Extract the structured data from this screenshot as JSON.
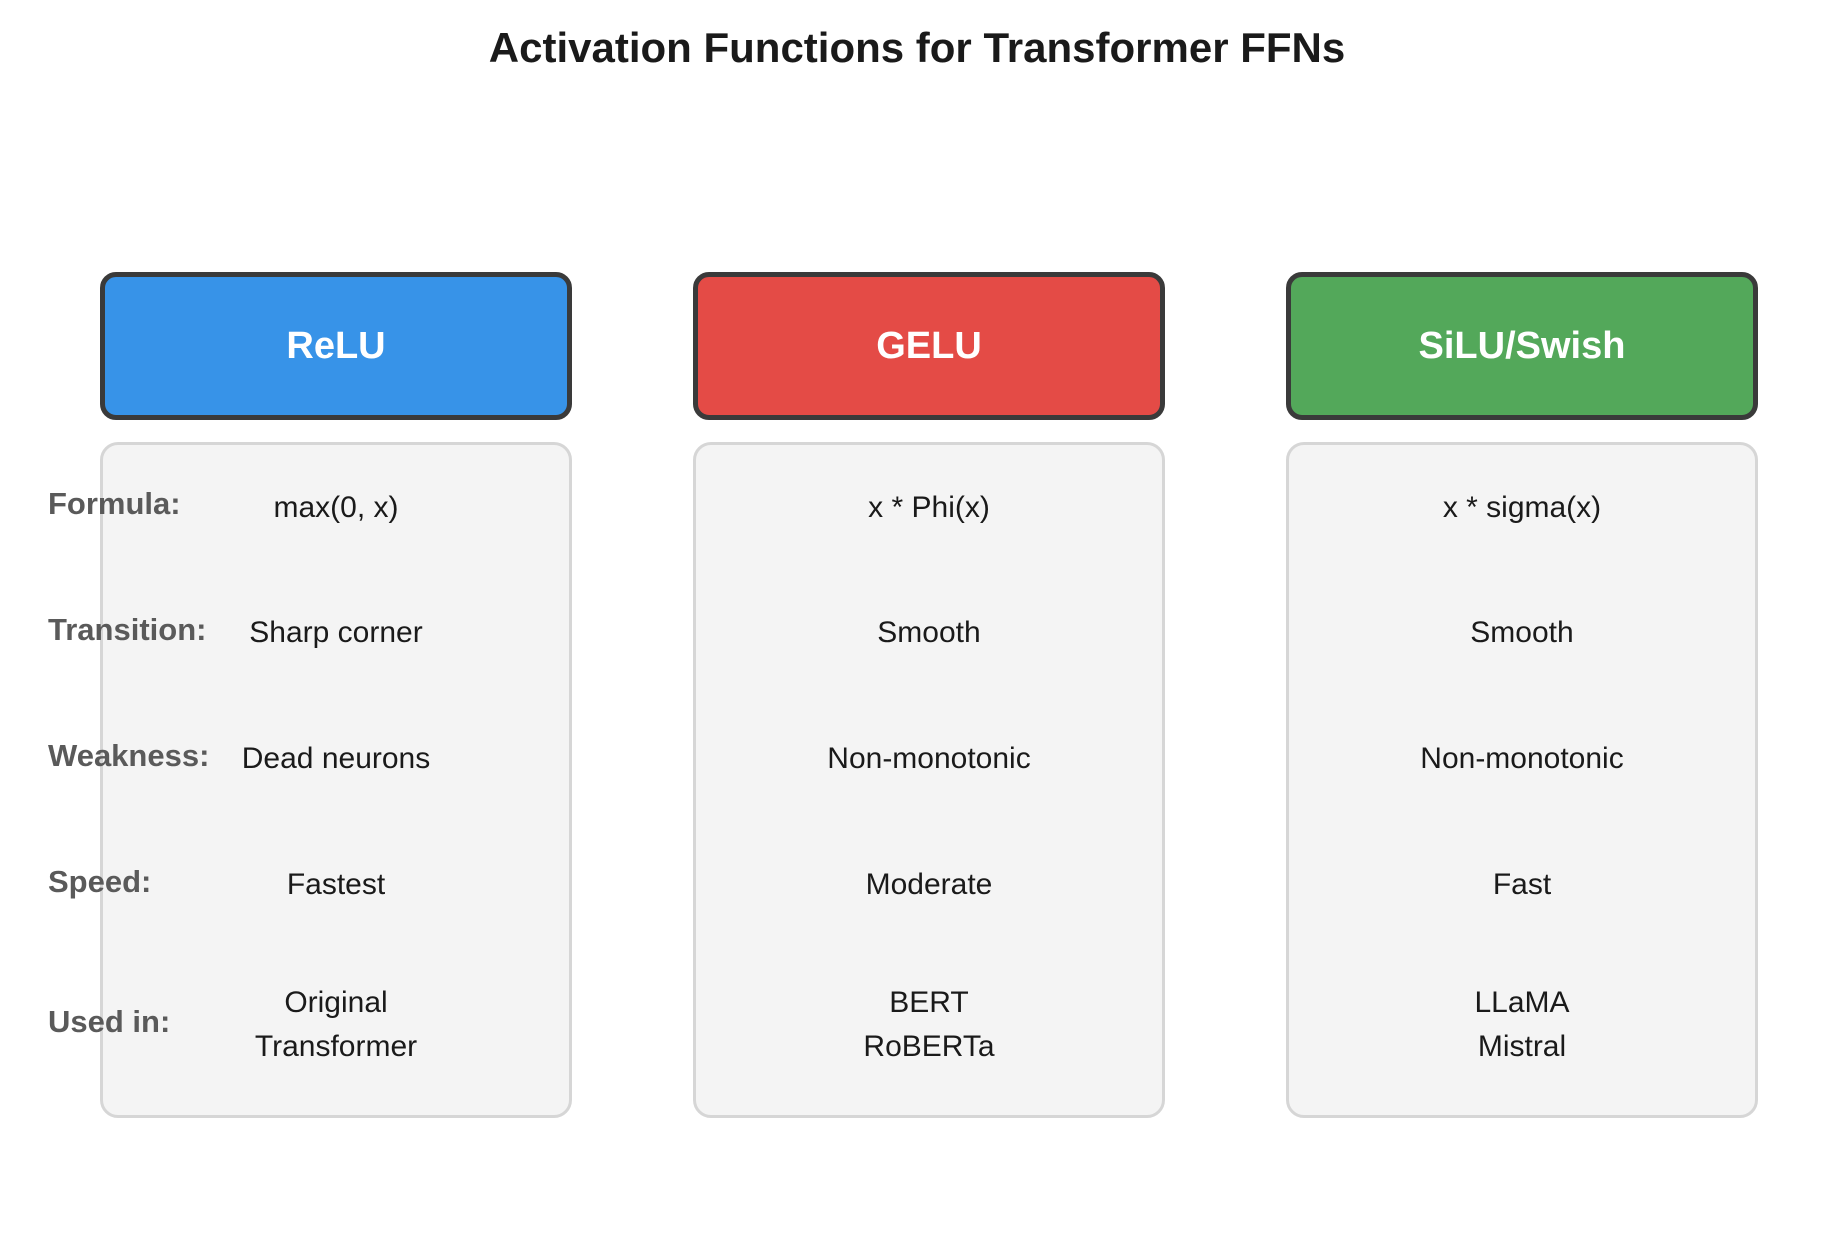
{
  "title": "Activation Functions for Transformer FFNs",
  "row_labels": [
    "Formula:",
    "Transition:",
    "Weakness:",
    "Speed:",
    "Used in:"
  ],
  "columns": [
    {
      "name": "ReLU",
      "header_color": "#3793E8",
      "rows": [
        "max(0, x)",
        "Sharp corner",
        "Dead neurons",
        "Fastest",
        "Original\nTransformer"
      ]
    },
    {
      "name": "GELU",
      "header_color": "#E44B46",
      "rows": [
        "x * Phi(x)",
        "Smooth",
        "Non-monotonic",
        "Moderate",
        "BERT\nRoBERTa"
      ]
    },
    {
      "name": "SiLU/Swish",
      "header_color": "#53A85A",
      "rows": [
        "x * sigma(x)",
        "Smooth",
        "Non-monotonic",
        "Fast",
        "LLaMA\nMistral"
      ]
    }
  ],
  "colors": {
    "relu_header": "#3793E8",
    "gelu_header": "#E44B46",
    "silu_header": "#53A85A",
    "header_border": "#3A3A3A",
    "header_text": "#FFFFFF",
    "card_background": "#F4F4F4",
    "card_border": "#D6D6D6",
    "label_text": "#5A5A5A",
    "value_text": "#1A1A1A"
  }
}
